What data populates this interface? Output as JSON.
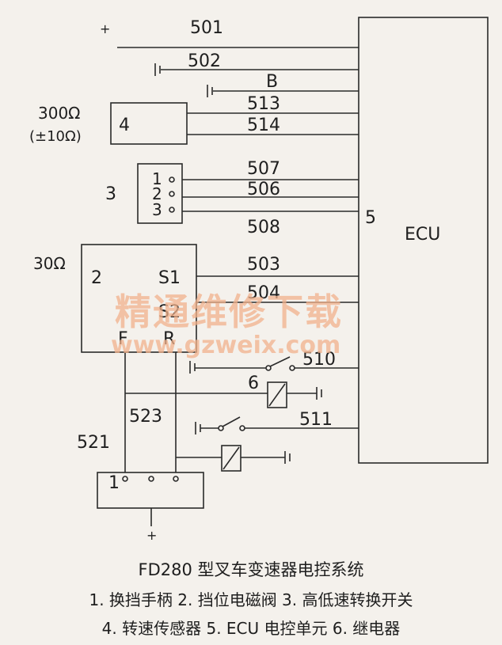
{
  "labels": {
    "plus_top": "+",
    "w501": "501",
    "w502": "502",
    "wB": "B",
    "w513": "513",
    "w514": "514",
    "r_300": "300Ω",
    "r_300_tol": "(±10Ω)",
    "n4": "4",
    "n3": "3",
    "s1": "1",
    "s2": "2",
    "s3": "3",
    "w507": "507",
    "w506": "506",
    "w508": "508",
    "n5": "5",
    "ecu": "ECU",
    "r_30": "30Ω",
    "n2": "2",
    "S1": "S1",
    "S2": "S2",
    "w503": "503",
    "w504": "504",
    "F": "F",
    "R": "R",
    "w510": "510",
    "n6": "6",
    "w523": "523",
    "w511": "511",
    "w521": "521",
    "n1": "1",
    "plus_bottom": "+"
  },
  "watermark": {
    "line1": "精通维修下载",
    "line2": "www.gzweix.com"
  },
  "caption": {
    "title": "FD280 型叉车变速器电控系统",
    "legend_line1": "1. 换挡手柄   2. 挡位电磁阀   3. 高低速转换开关",
    "legend_line2": "4. 转速传感器   5. ECU 电控单元   6. 继电器"
  }
}
